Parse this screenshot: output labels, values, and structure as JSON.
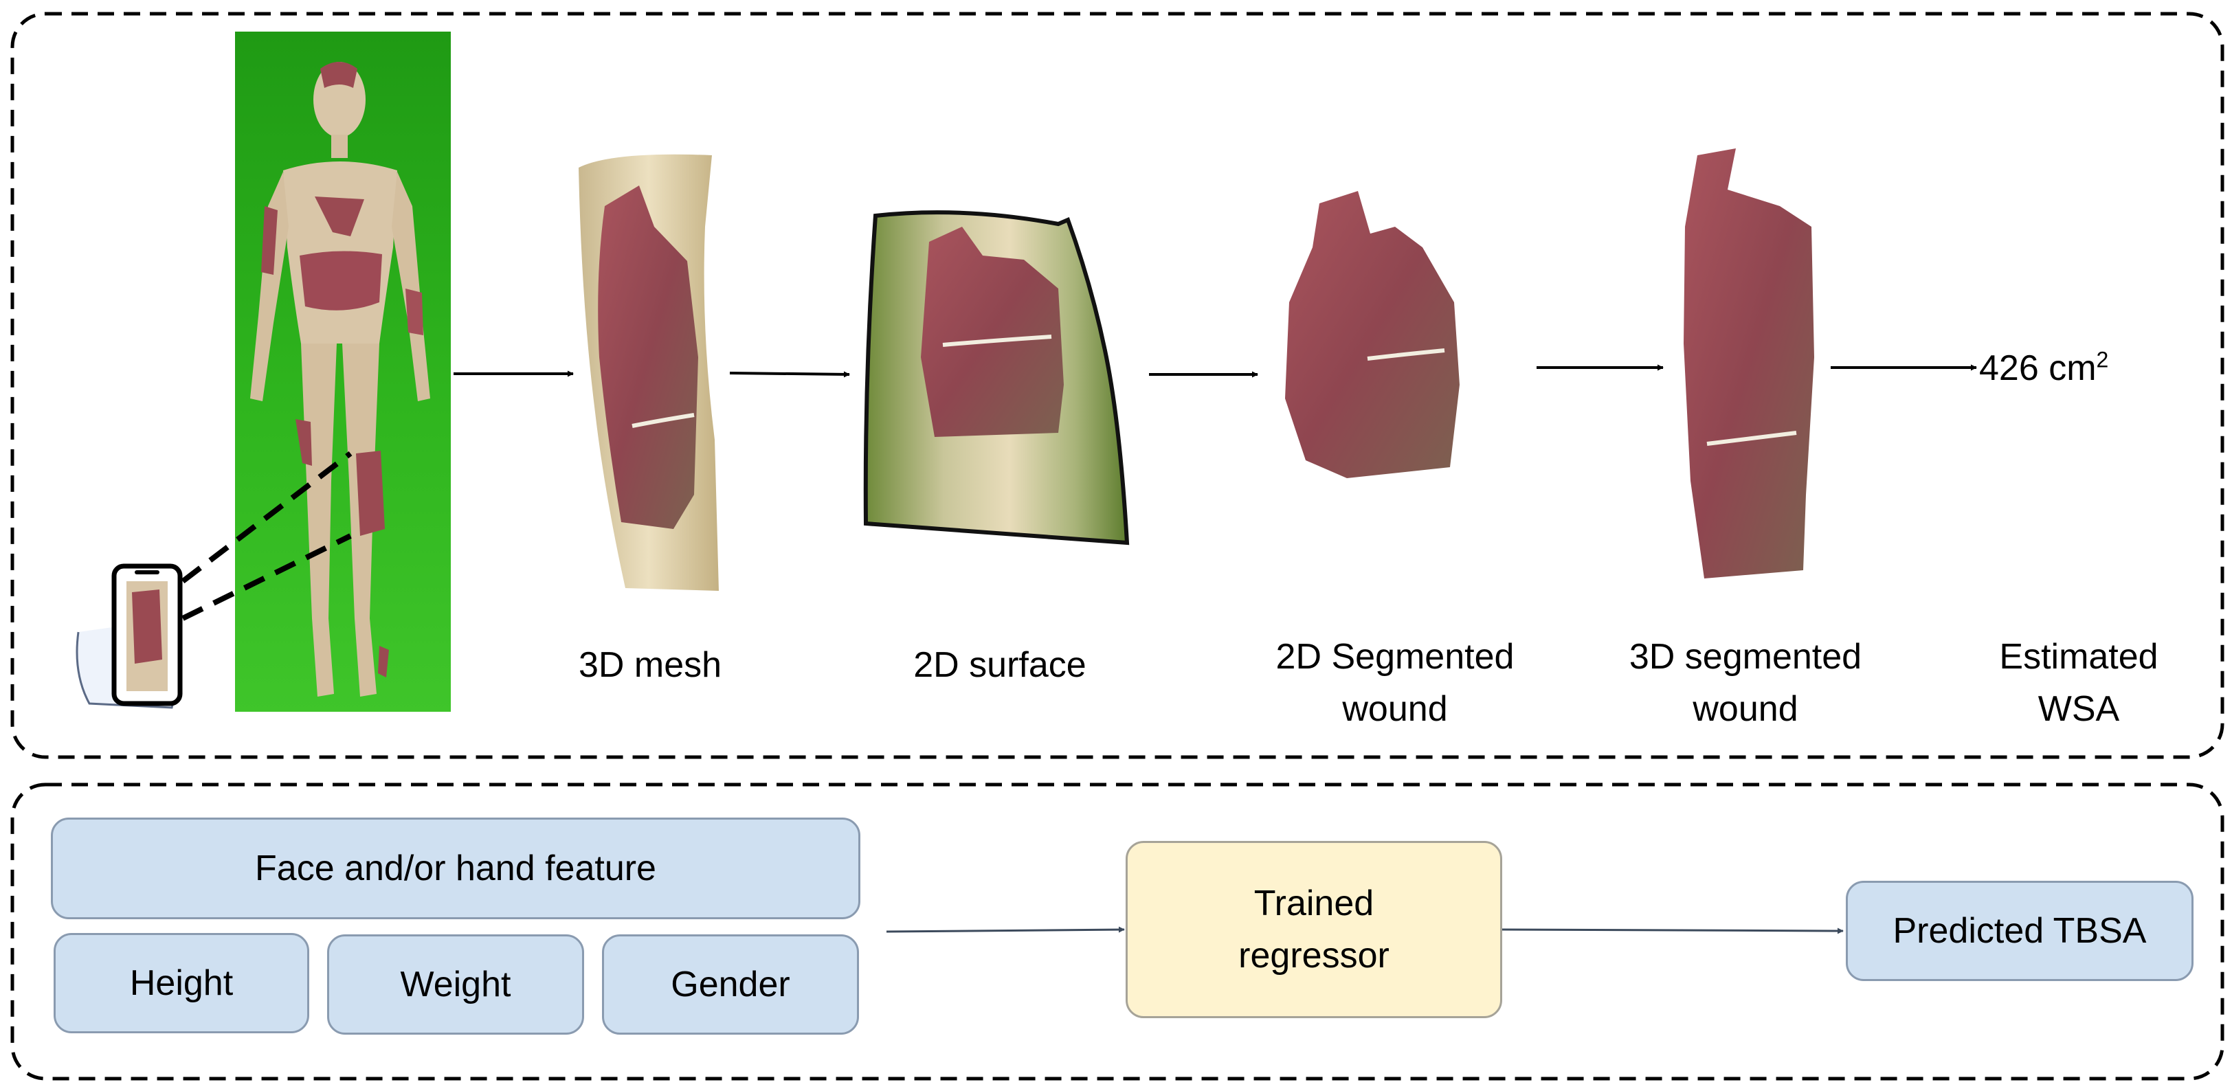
{
  "colors": {
    "panel_border": "#000000",
    "box_blue_fill": "#cfe0f1",
    "box_yellow_fill": "#fef3cf",
    "box_border": "#8a9bb0",
    "green_screen": "#2bb51a",
    "wound_red": "#9a4a52",
    "skin_beige": "#d8c7a4",
    "arrow_bottom": "#3c4a5c"
  },
  "icons": [
    "mannequin-photo-icon",
    "phone-in-hand-icon",
    "mesh-icon",
    "surface-icon",
    "wound-icon"
  ],
  "top_panel": {
    "labels": {
      "mesh": "3D mesh",
      "surface": "2D surface",
      "segmented_2d_line1": "2D Segmented",
      "segmented_2d_line2": "wound",
      "segmented_3d_line1": "3D segmented",
      "segmented_3d_line2": "wound",
      "estimated_line1": "Estimated",
      "estimated_line2": "WSA"
    },
    "result_value": "426 cm",
    "result_superscript": "2"
  },
  "bottom_panel": {
    "face_hand_feature": "Face and/or hand feature",
    "height": "Height",
    "weight": "Weight",
    "gender": "Gender",
    "regressor_line1": "Trained",
    "regressor_line2": "regressor",
    "predicted": "Predicted TBSA"
  }
}
